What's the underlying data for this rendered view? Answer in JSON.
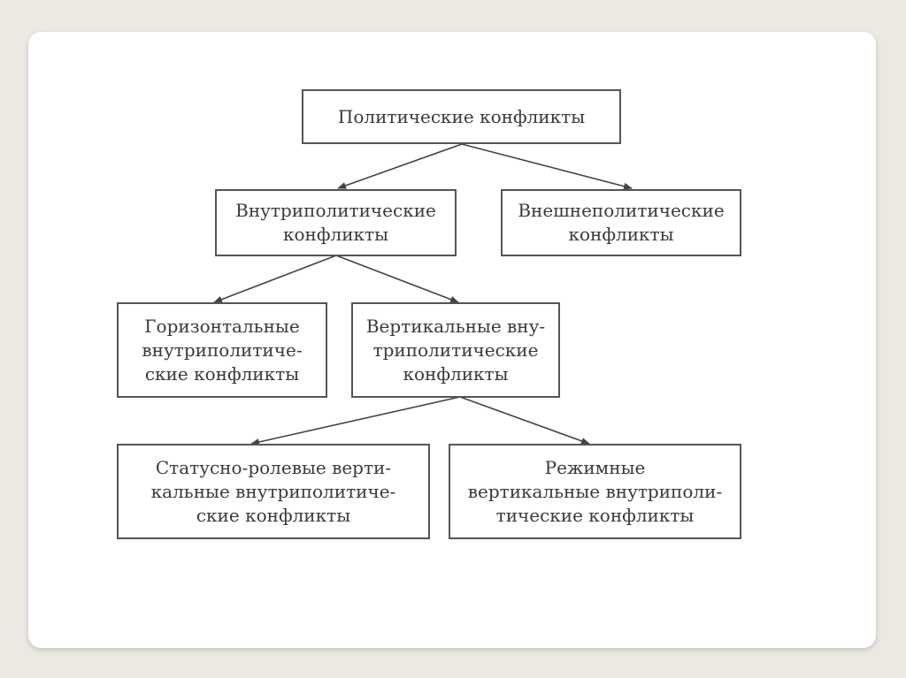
{
  "diagram": {
    "nodes": [
      {
        "id": "political",
        "label": "Политические конфликты"
      },
      {
        "id": "internal",
        "label": "Внутриполитические\nконфликты"
      },
      {
        "id": "external",
        "label": "Внешнеполитические\nконфликты"
      },
      {
        "id": "horizontal",
        "label": "Горизонтальные\nвнутриполитиче-\nские конфликты"
      },
      {
        "id": "vertical",
        "label": "Вертикальные вну-\nтриполитические\nконфликты"
      },
      {
        "id": "status_role",
        "label": "Статусно-ролевые верти-\nкальные внутриполитиче-\nские конфликты"
      },
      {
        "id": "regime",
        "label": "Режимные\nвертикальные внутриполи-\nтические конфликты"
      }
    ],
    "edges": [
      {
        "from": "political",
        "to": "internal"
      },
      {
        "from": "political",
        "to": "external"
      },
      {
        "from": "internal",
        "to": "horizontal"
      },
      {
        "from": "internal",
        "to": "vertical"
      },
      {
        "from": "vertical",
        "to": "status_role"
      },
      {
        "from": "vertical",
        "to": "regime"
      }
    ]
  },
  "colors": {
    "background": "#ece9e2",
    "slide": "#ffffff",
    "border": "#555555",
    "text": "#3a3a3a"
  }
}
